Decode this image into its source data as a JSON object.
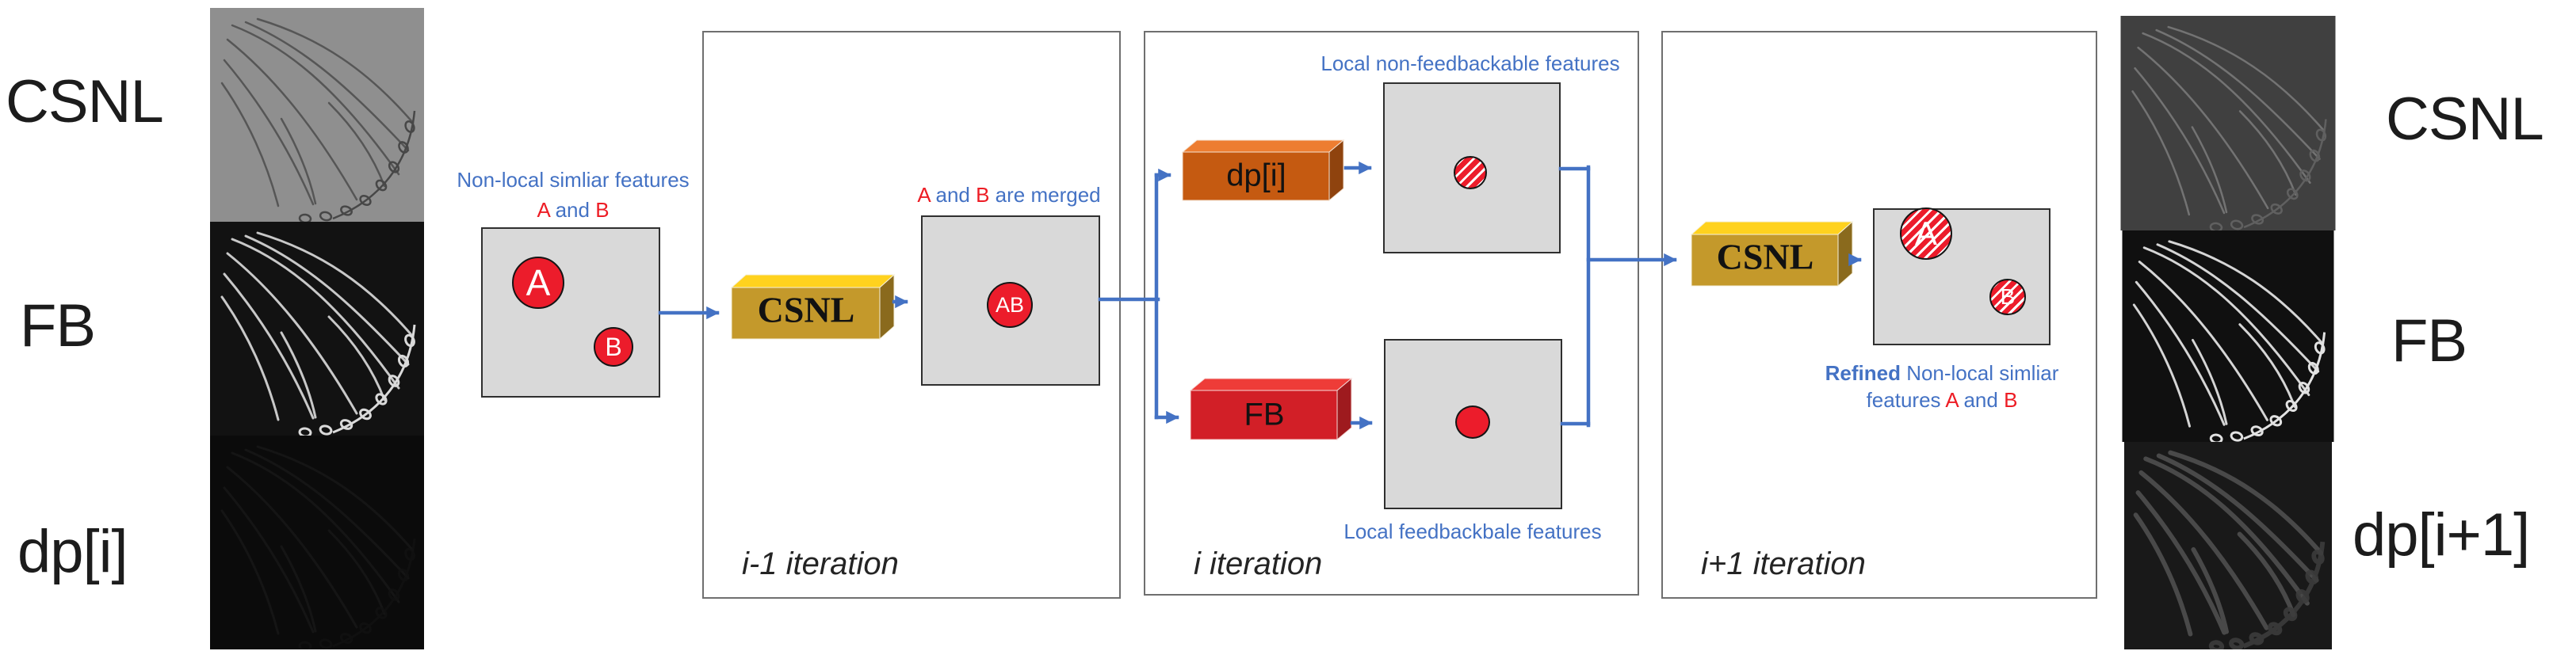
{
  "side_labels": {
    "left": [
      "CSNL",
      "FB",
      "dp[i]"
    ],
    "right": [
      "CSNL",
      "FB",
      "dp[i+1]"
    ]
  },
  "feature_maps": {
    "left": [
      "csnl-feature-map",
      "fb-feature-map",
      "dp-i-feature-map"
    ],
    "right": [
      "csnl-feature-map",
      "fb-feature-map",
      "dp-i-plus-1-feature-map"
    ]
  },
  "iterations": {
    "prev": "i-1 iteration",
    "curr": "i iteration",
    "next": "i+1 iteration"
  },
  "blocks": {
    "csnl_prev": "CSNL",
    "dp": "dp[i]",
    "fb": "FB",
    "csnl_next": "CSNL"
  },
  "circles": {
    "a": "A",
    "b": "B",
    "ab": "AB",
    "refined_a": "A",
    "refined_b": "B"
  },
  "captions": {
    "stage1_line1": "Non-local simliar features",
    "stage1_a": "A",
    "stage1_and": " and ",
    "stage1_b": "B",
    "merged_a": "A",
    "merged_and": " and ",
    "merged_b": "B",
    "merged_suffix": " are merged",
    "local_top": "Local non-feedbackable features",
    "local_bottom": "Local feedbackbale features",
    "refined_bold": "Refined",
    "refined_rest": " Non-local simliar",
    "refined_pre": "features ",
    "refined_a": "A",
    "refined_and": " and ",
    "refined_b": "B"
  },
  "colors": {
    "annotation_blue": "#4472C4",
    "connector_blue": "#4472C4",
    "circle_red": "#EC1C2B",
    "letter_red": "#ED1C24",
    "gray_box_fill": "#D9D9D9",
    "gray_box_border": "#2F2F2F",
    "container_border": "#6F6F6F",
    "gold_front": "#C4992B",
    "gold_top": "#FFD21E",
    "gold_side": "#8A6A1D",
    "orange_front": "#C55A11",
    "orange_top": "#ED7D31",
    "orange_side": "#8F430E",
    "red_front": "#D21F27",
    "red_top": "#EE3C38",
    "red_side": "#9E1A1E",
    "label_black": "#1C1C1C"
  }
}
